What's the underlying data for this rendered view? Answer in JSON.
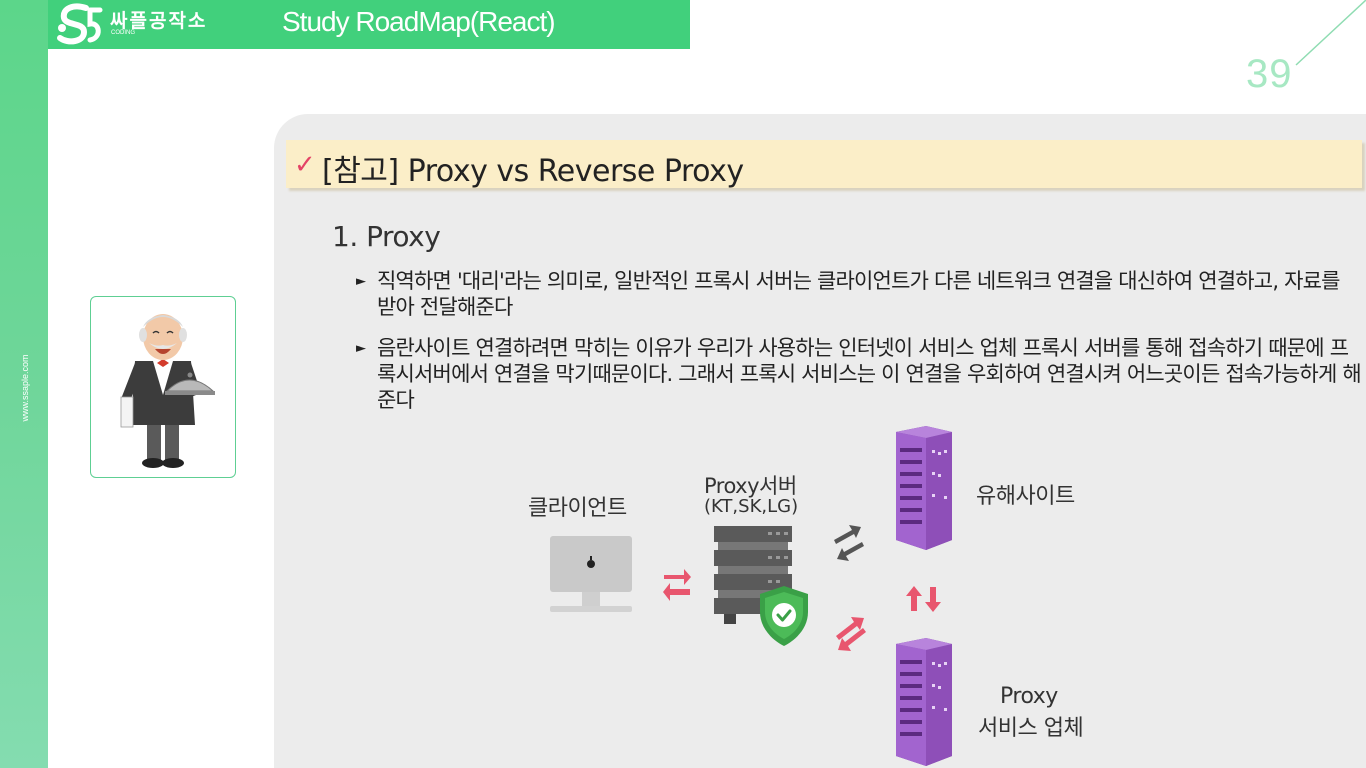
{
  "header": {
    "brand_name": "싸플공작소",
    "brand_sub": "CODING",
    "title": "Study RoadMap(React)"
  },
  "page_number": "39",
  "side": {
    "url": "www.ssaple.com"
  },
  "section": {
    "check": "✓",
    "title": "[참고] Proxy vs Reverse Proxy"
  },
  "subsection": {
    "title": "1. Proxy"
  },
  "bullets": [
    {
      "marker": "►",
      "text": "직역하면 '대리'라는 의미로, 일반적인 프록시 서버는 클라이언트가 다른 네트워크 연결을 대신하여 연결하고, 자료를 받아 전달해준다"
    },
    {
      "marker": "►",
      "text": "음란사이트 연결하려면 막히는 이유가 우리가 사용하는 인터넷이 서비스 업체 프록시 서버를 통해 접속하기 때문에 프록시서버에서 연결을 막기때문이다. 그래서 프록시 서비스는 이 연결을 우회하여 연결시켜 어느곳이든 접속가능하게 해준다"
    }
  ],
  "diagram": {
    "client_label": "클라이언트",
    "proxy_label": "Proxy서버",
    "proxy_sub": "(KT,SK,LG)",
    "harmful_label": "유해사이트",
    "provider_label_1": "Proxy",
    "provider_label_2": "서비스 업체"
  },
  "colors": {
    "accent_green": "#41d07c",
    "check_red": "#e44466",
    "arrow_red": "#e8566e",
    "server_purple": "#8e4fb8"
  },
  "icons": [
    "logo-icon",
    "apple-icon",
    "shield-check-icon",
    "exchange-arrows-icon",
    "server-icon",
    "waiter-character"
  ]
}
